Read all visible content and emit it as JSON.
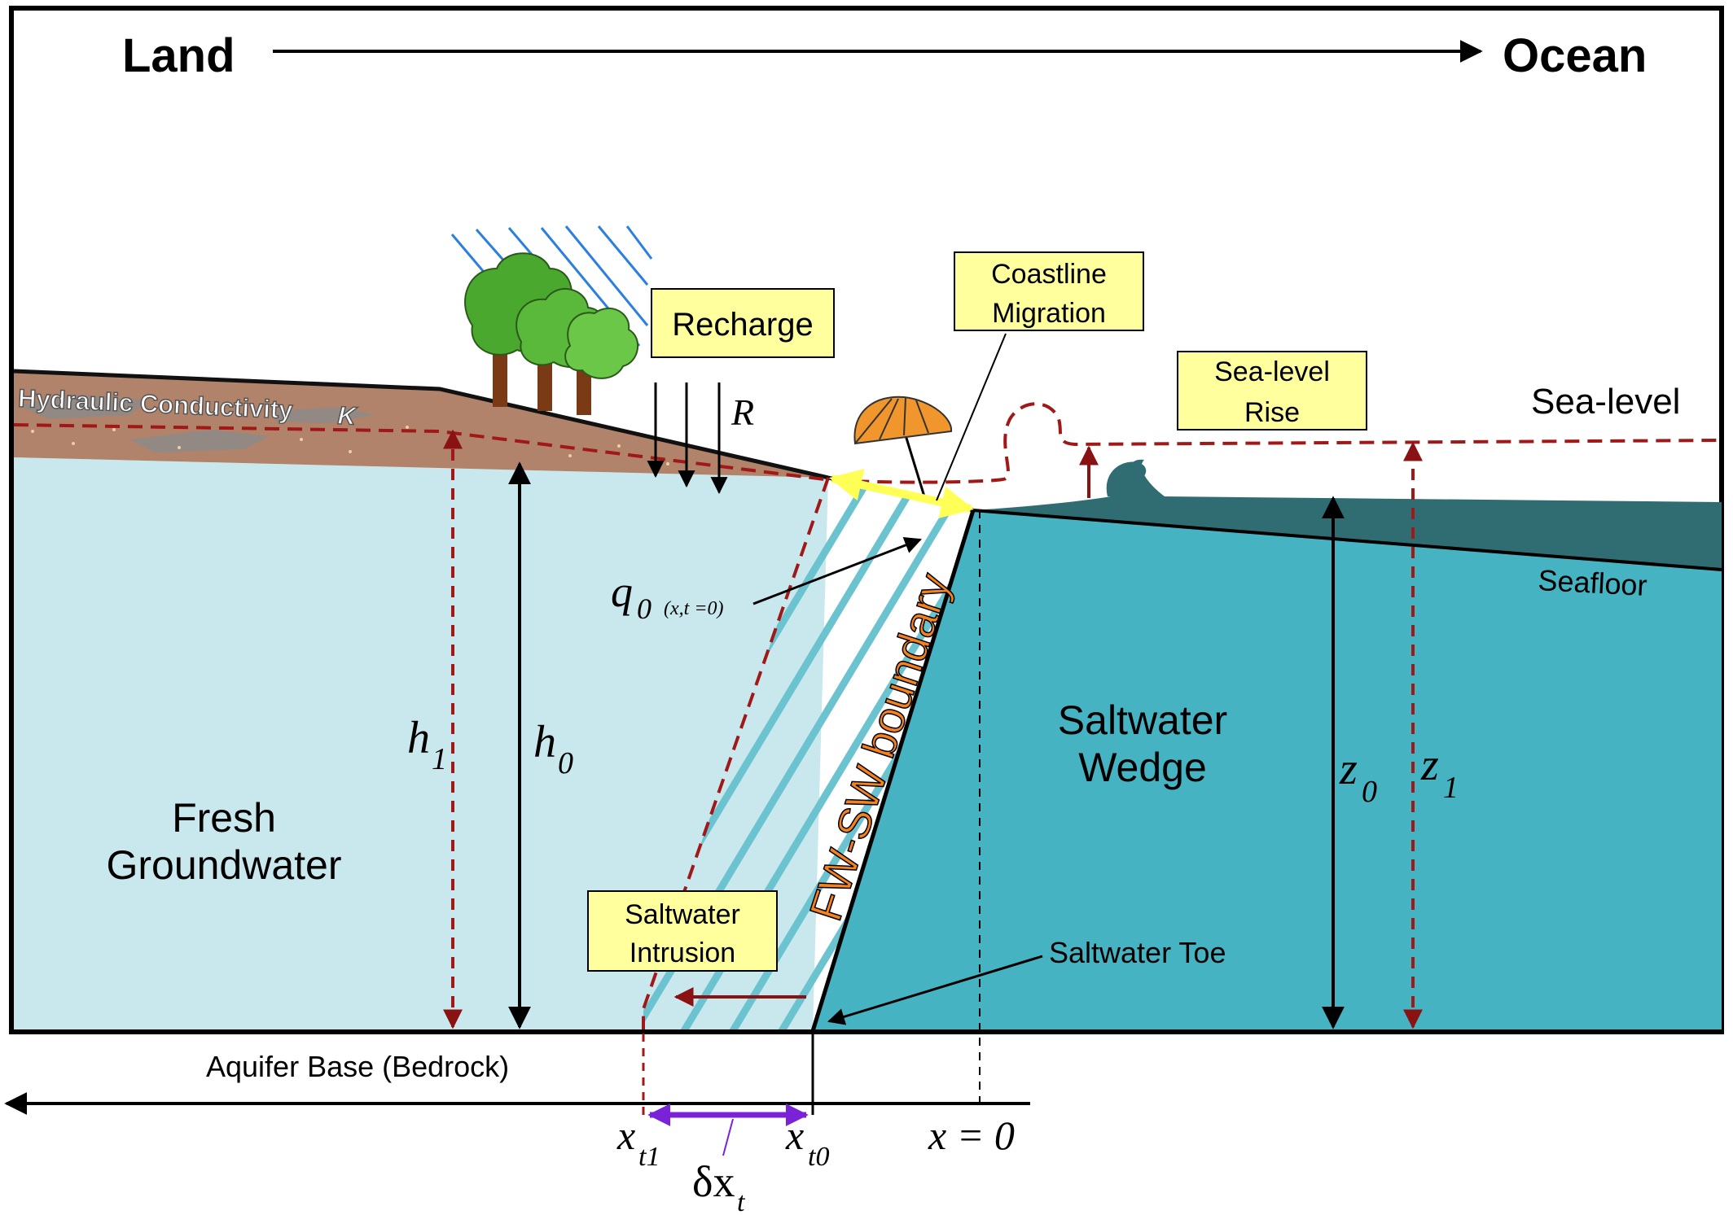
{
  "header": {
    "land": "Land",
    "ocean": "Ocean"
  },
  "labels": {
    "hydraulic_conductivity": "Hydraulic Conductivity",
    "hydraulic_k": "K",
    "recharge": "Recharge",
    "recharge_symbol": "R",
    "coastline_migration_line1": "Coastline",
    "coastline_migration_line2": "Migration",
    "sea_level_rise_line1": "Sea-level",
    "sea_level_rise_line2": "Rise",
    "sea_level": "Sea-level",
    "seafloor": "Seafloor",
    "q0_main": "q",
    "q0_sub": "0",
    "q0_cond": "(x,t =0)",
    "fw_sw_boundary": "FW-SW boundary",
    "h1_main": "h",
    "h1_sub": "1",
    "h0_main": "h",
    "h0_sub": "0",
    "z0_main": "z",
    "z0_sub": "0",
    "z1_main": "z",
    "z1_sub": "1",
    "fresh_line1": "Fresh",
    "fresh_line2": "Groundwater",
    "wedge_line1": "Saltwater",
    "wedge_line2": "Wedge",
    "intrusion_line1": "Saltwater",
    "intrusion_line2": "Intrusion",
    "saltwater_toe": "Saltwater Toe",
    "aquifer_base": "Aquifer Base (Bedrock)",
    "xt1_main": "x",
    "xt1_sub": "t1",
    "xt0_main": "x",
    "xt0_sub": "t0",
    "x_zero": "x = 0",
    "delta_main": "δx",
    "delta_sub": "t"
  },
  "icons": {
    "rain": "rain-icon",
    "trees": "tree-icon",
    "umbrella": "beach-umbrella-icon",
    "wave": "wave-icon"
  },
  "colors": {
    "fresh_water": "#c8e8ee",
    "saltwater": "#46b3c2",
    "ocean_surface": "#2f6d73",
    "soil": "#b0836a",
    "label_box": "#ffff9e",
    "dashed_red": "#a01818",
    "boundary_arrow": "#ffff55",
    "delta_arrow": "#7a22d8",
    "boundary_text": "#f58220",
    "rain": "#2b7fe0",
    "tree_green": "#4aa82e",
    "umbrella": "#f0962c"
  }
}
